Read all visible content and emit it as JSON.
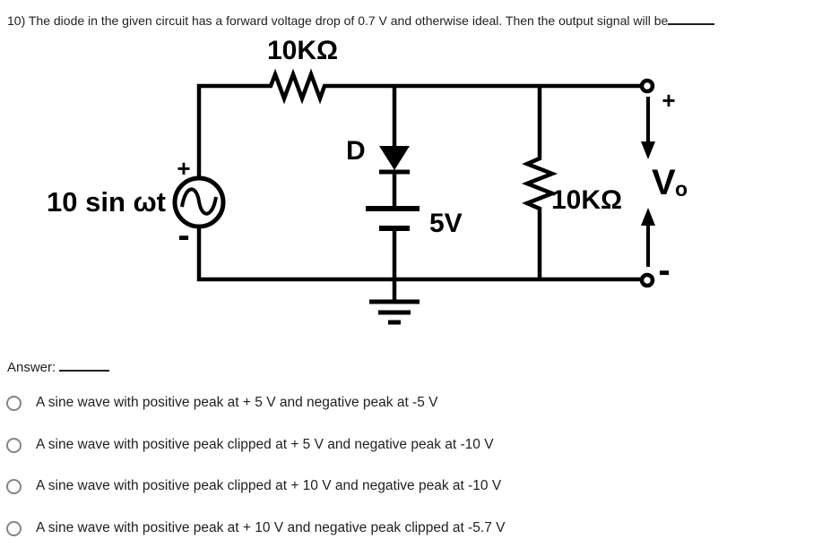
{
  "question": {
    "text": "10) The diode in the given circuit has a forward voltage drop of 0.7 V and otherwise ideal. Then the output signal will be"
  },
  "circuit": {
    "series_resistor": "10KΩ",
    "source": "10 sin ωt",
    "source_plus": "+",
    "source_minus": "-",
    "diode": "D",
    "battery": "5V",
    "load_resistor": "10KΩ",
    "out_plus": "+",
    "out_minus": "-",
    "out_v": "V",
    "out_v_sub": "o"
  },
  "answer_label": "Answer:",
  "options": [
    "A sine wave with positive peak at + 5 V and negative peak at -5 V",
    "A sine wave with positive peak clipped at + 5 V and negative peak at -10 V",
    "A sine wave with positive peak clipped at + 10 V and negative peak at -10 V",
    "A sine wave with positive peak at + 10 V and negative peak clipped at -5.7 V"
  ],
  "colors": {
    "ink": "#000000",
    "text": "#202124",
    "radio_border": "#80868b"
  }
}
